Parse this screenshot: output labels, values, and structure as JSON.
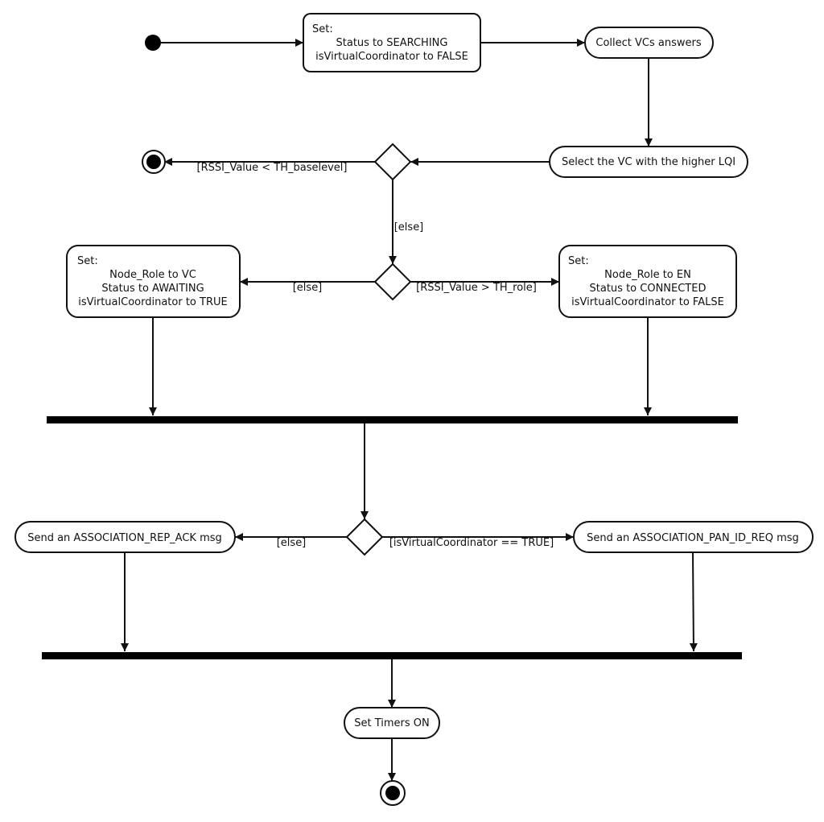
{
  "diagram": {
    "type": "uml-activity",
    "nodes": {
      "set_searching": {
        "lines": [
          "Set:",
          "Status to SEARCHING",
          "isVirtualCoordinator to FALSE"
        ]
      },
      "collect": {
        "lines": [
          "Collect VCs answers"
        ]
      },
      "select_vc": {
        "lines": [
          "Select the VC with the higher LQI"
        ]
      },
      "set_vc": {
        "lines": [
          "Set:",
          "Node_Role to VC",
          "Status to AWAITING",
          "isVirtualCoordinator to TRUE"
        ]
      },
      "set_en": {
        "lines": [
          "Set:",
          "Node_Role to EN",
          "Status to CONNECTED",
          "isVirtualCoordinator to FALSE"
        ]
      },
      "send_rep_ack": {
        "lines": [
          "Send an ASSOCIATION_REP_ACK msg"
        ]
      },
      "send_pan_id_req": {
        "lines": [
          "Send an ASSOCIATION_PAN_ID_REQ msg"
        ]
      },
      "set_timers": {
        "lines": [
          "Set Timers ON"
        ]
      }
    },
    "guards": {
      "rssi_baselevel": "[RSSI_Value < TH_baselevel]",
      "else_1": "[else]",
      "else_2": "[else]",
      "rssi_role": "[RSSI_Value > TH_role]",
      "else_3": "[else]",
      "is_vc_true": "[isVirtualCoordinator == TRUE]"
    }
  }
}
